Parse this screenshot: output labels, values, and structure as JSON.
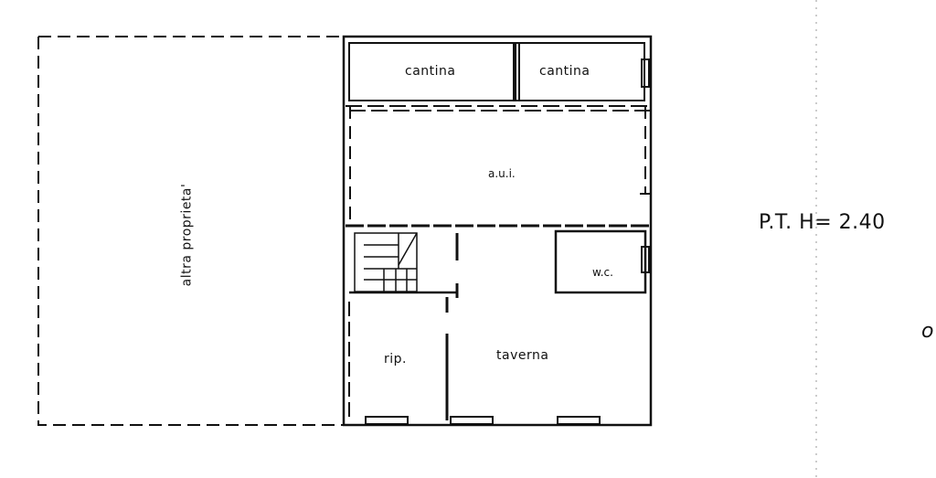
{
  "labels": {
    "adjacent_property": "altra proprieta'",
    "cellar_1": "cantina",
    "cellar_2": "cantina",
    "common_area": "a.u.i.",
    "toilet": "w.c.",
    "storage": "rip.",
    "tavern": "taverna",
    "level_info": "P.T. H= 2.40",
    "edge_letter": "o"
  },
  "colors": {
    "line": "#111111",
    "background": "#ffffff"
  }
}
